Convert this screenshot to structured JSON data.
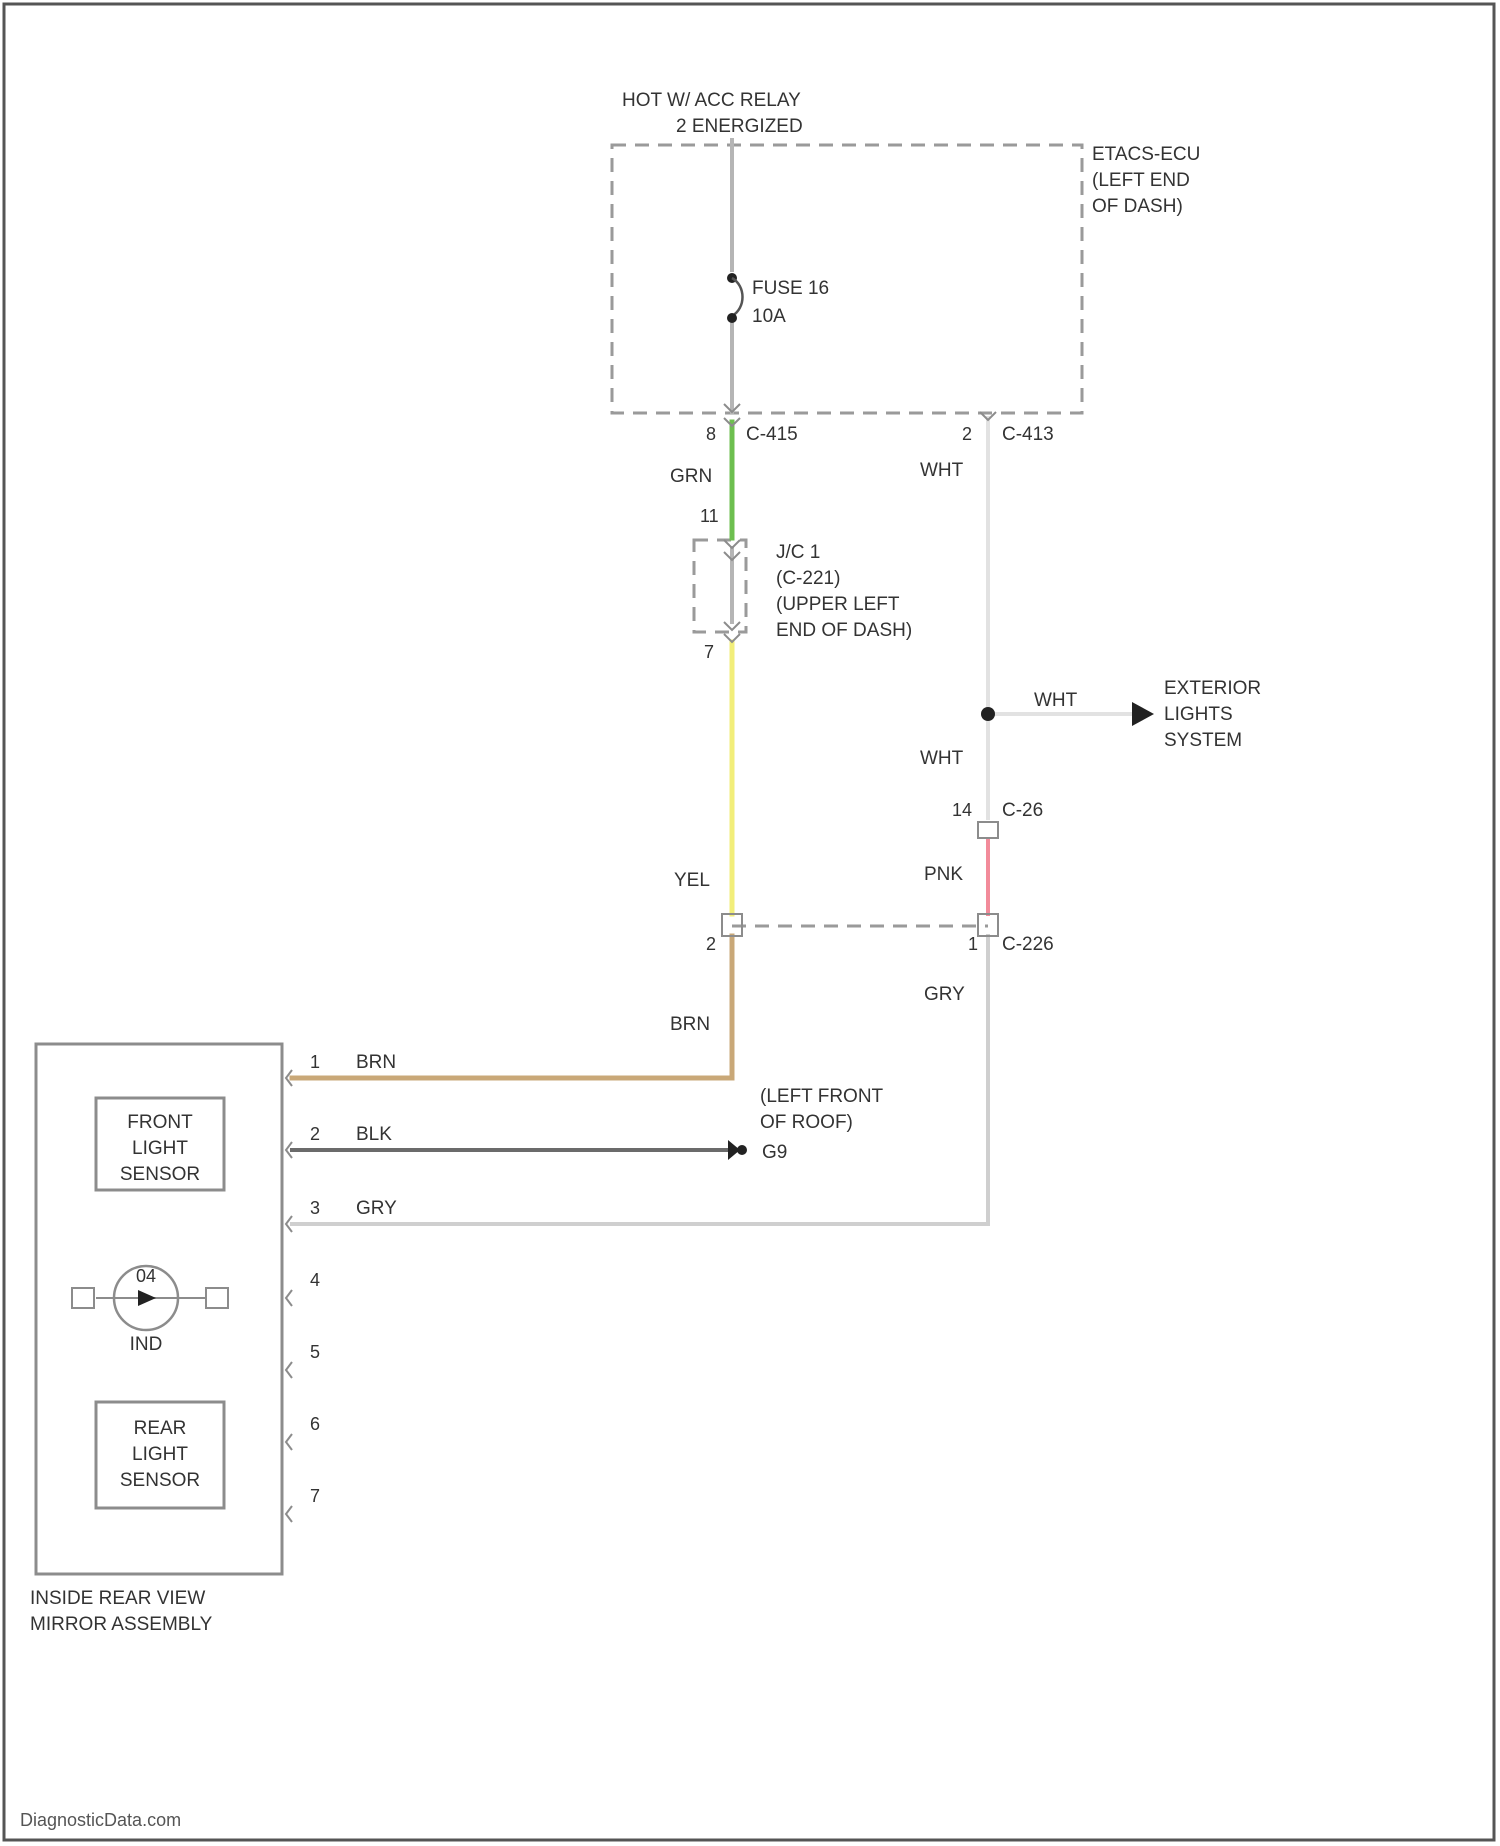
{
  "diagram": {
    "components": {
      "power_source": {
        "line1": "HOT W/ ACC RELAY",
        "line2": "2 ENERGIZED"
      },
      "etacs_ecu": {
        "line1": "ETACS-ECU",
        "line2": "(LEFT END",
        "line3": "OF DASH)"
      },
      "fuse": {
        "name": "FUSE 16",
        "rating": "10A"
      },
      "junction": {
        "line1": "J/C 1",
        "line2": "(C-221)",
        "line3": "(UPPER LEFT",
        "line4": "END OF DASH)"
      },
      "exterior_lights": {
        "line1": "EXTERIOR",
        "line2": "LIGHTS",
        "line3": "SYSTEM"
      },
      "ground": {
        "line1": "(LEFT FRONT",
        "line2": "OF ROOF)",
        "id": "G9"
      },
      "mirror": {
        "title_line1": "INSIDE REAR VIEW",
        "title_line2": "MIRROR ASSEMBLY",
        "front_sensor": [
          "FRONT",
          "LIGHT",
          "SENSOR"
        ],
        "rear_sensor": [
          "REAR",
          "LIGHT",
          "SENSOR"
        ],
        "indicator_top": "04",
        "indicator_bottom": "IND"
      }
    },
    "connectors": {
      "c415": {
        "pin": "8",
        "id": "C-415"
      },
      "c413": {
        "pin": "2",
        "id": "C-413"
      },
      "jc_top_pin": "11",
      "jc_bottom_pin": "7",
      "c26": {
        "pin": "14",
        "id": "C-26"
      },
      "c226_left_pin": "2",
      "c226": {
        "pin": "1",
        "id": "C-226"
      }
    },
    "wire_labels": {
      "grn": "GRN",
      "wht_top": "WHT",
      "wht_branch": "WHT",
      "wht_mid": "WHT",
      "yel": "YEL",
      "pnk": "PNK",
      "brn_vertical": "BRN",
      "gry_vertical": "GRY"
    },
    "mirror_pins": [
      {
        "num": "1",
        "wire": "BRN"
      },
      {
        "num": "2",
        "wire": "BLK"
      },
      {
        "num": "3",
        "wire": "GRY"
      },
      {
        "num": "4",
        "wire": ""
      },
      {
        "num": "5",
        "wire": ""
      },
      {
        "num": "6",
        "wire": ""
      },
      {
        "num": "7",
        "wire": ""
      }
    ],
    "colors": {
      "grn": "#6dbf4f",
      "yel": "#f2ee7a",
      "brn": "#c9a878",
      "pnk": "#f28b9a",
      "wht": "#e2e2e2",
      "gry": "#cfcfcf",
      "blk": "#6b6b6b",
      "feed": "#b5b5b5"
    },
    "footer": "DiagnosticData.com"
  }
}
